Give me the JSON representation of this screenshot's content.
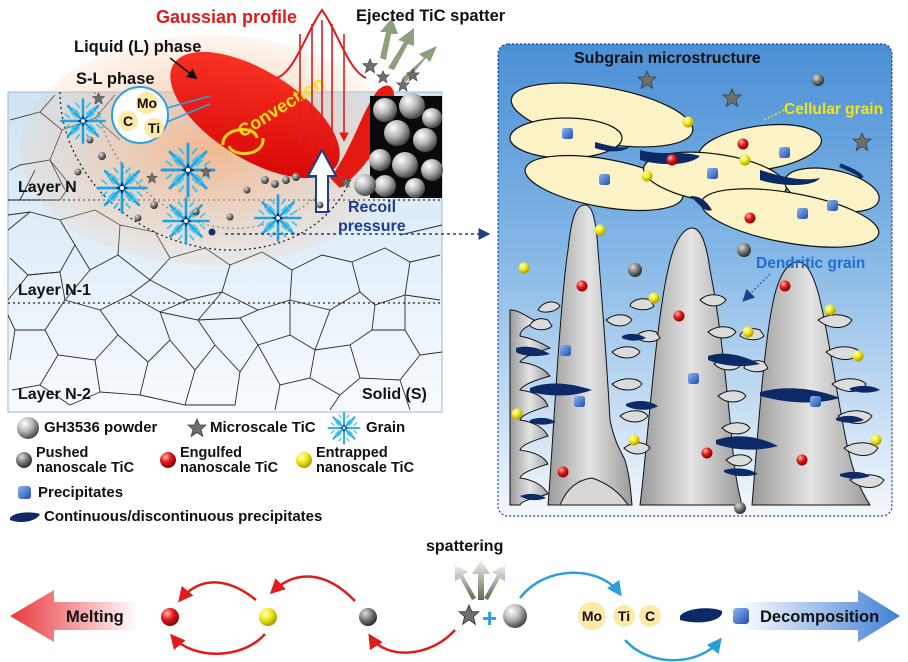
{
  "top_labels": {
    "gaussian_profile": "Gaussian profile",
    "ejected_spatter": "Ejected TiC spatter",
    "liquid_phase": "Liquid (L) phase",
    "sl_phase": "S-L phase",
    "convection": "Convection",
    "recoil_pressure_1": "Recoil",
    "recoil_pressure_2": "pressure",
    "element_mo": "Mo",
    "element_c": "C",
    "element_ti": "Ti"
  },
  "layers": {
    "layer_n": "Layer N",
    "layer_n1": "Layer N-1",
    "layer_n2": "Layer N-2",
    "solid": "Solid (S)"
  },
  "legend": {
    "powder": "GH3536 powder",
    "micro_tic": "Microscale TiC",
    "grain": "Grain",
    "pushed_1": "Pushed",
    "pushed_2": "nanoscale TiC",
    "engulfed_1": "Engulfed",
    "engulfed_2": "nanoscale TiC",
    "entrapped_1": "Entrapped",
    "entrapped_2": "nanoscale TiC",
    "precipitates": "Precipitates",
    "continuous": "Continuous/discontinuous precipitates"
  },
  "right_panel": {
    "title": "Subgrain microstructure",
    "cellular": "Cellular grain",
    "dendritic": "Dendritic grain"
  },
  "bottom": {
    "spattering": "spattering",
    "melting": "Melting",
    "decomposition": "Decomposition",
    "mo": "Mo",
    "ti": "Ti",
    "c": "C"
  },
  "colors": {
    "melt_pool_red": "#ee1010",
    "engulfed_red": "#e21a1a",
    "entrapped_yellow": "#f0e81a",
    "pushed_gray": "#7a7a7a",
    "precipitate_blue": "#2a5fc8",
    "dark_navy": "#0e2a66",
    "panel_blue": "#5b9ad8",
    "ellipse_cream": "#fbf3c6",
    "label_red": "#e01b1b",
    "label_yellow": "#f4e60a",
    "label_blue": "#1e6fd0"
  }
}
